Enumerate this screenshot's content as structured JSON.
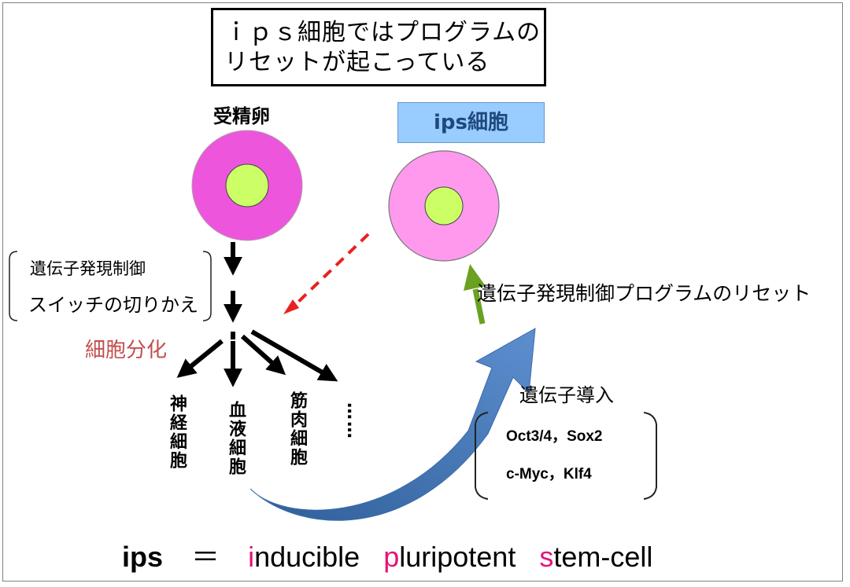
{
  "title": {
    "line1": "ｉｐｓ細胞ではプログラムの",
    "line2": "リセットが起こっている"
  },
  "fertilized_egg_label": "受精卵",
  "ips_cell_label": "ips細胞",
  "switch_label": {
    "line1": "遺伝子発現制御",
    "line2": "スイッチの切りかえ"
  },
  "differentiation_label": "細胞分化",
  "cell_types": [
    "神経細胞",
    "血液細胞",
    "筋肉細胞"
  ],
  "ellipsis": "……",
  "reset_label": "遺伝子発現制御プログラムのリセット",
  "gene_intro_label": "遺伝子導入",
  "genes": {
    "line1": "Oct3/4，Sox2",
    "line2": "c-Myc，Klf4"
  },
  "acronym": {
    "abbr": "ips",
    "eq": "＝",
    "w1_initial": "i",
    "w1_rest": "nducible",
    "w2_initial": "p",
    "w2_rest": "luripotent",
    "w3_initial": "s",
    "w3_rest": "tem-cell"
  },
  "colors": {
    "egg_outer": "#ee55dd",
    "egg_nucleus": "#ccff66",
    "ips_outer": "#ff99ee",
    "ips_box": "#99ccff",
    "differentiation_text": "#c0504d",
    "dashed_arrow": "#e8221f",
    "reset_arrow": "#6aa121",
    "big_arrow": "#4a7ab8",
    "acronym_initials": "#e2147a"
  }
}
